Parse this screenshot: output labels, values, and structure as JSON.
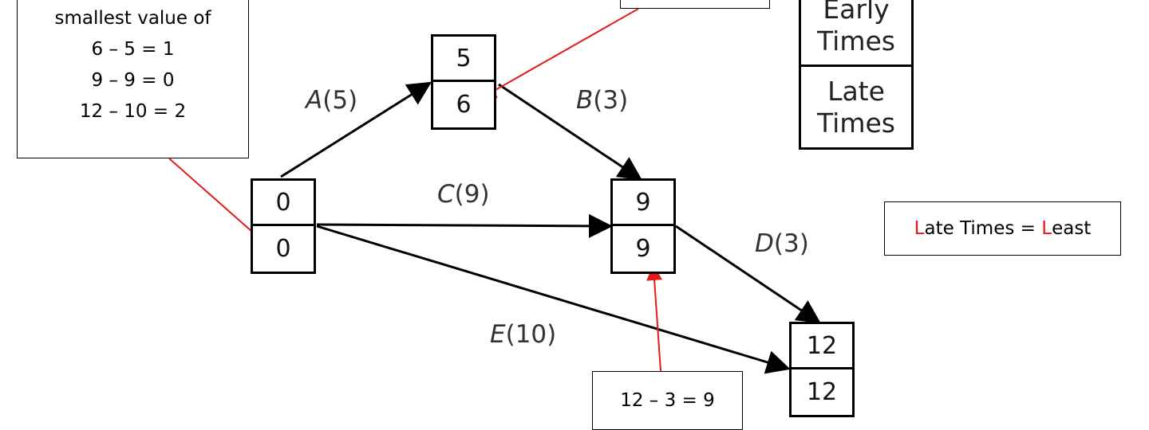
{
  "key": {
    "early_line1": "Early",
    "early_line2": "Times",
    "late_line1": "Late",
    "late_line2": "Times"
  },
  "nodes": {
    "n1": {
      "early": "0",
      "late": "0"
    },
    "n2": {
      "early": "5",
      "late": "6"
    },
    "n3": {
      "early": "9",
      "late": "9"
    },
    "n4": {
      "early": "12",
      "late": "12"
    }
  },
  "activities": {
    "A": {
      "name": "A",
      "duration": "(5)"
    },
    "B": {
      "name": "B",
      "duration": "(3)"
    },
    "C": {
      "name": "C",
      "duration": "(9)"
    },
    "D": {
      "name": "D",
      "duration": "(3)"
    },
    "E": {
      "name": "E",
      "duration": "(10)"
    }
  },
  "working_note": {
    "line1": "smallest value of",
    "line2": "6 – 5 = 1",
    "line3": "9 – 9 = 0",
    "line4": "12 – 10 = 2"
  },
  "late_note": {
    "l1": "L",
    "text1": "ate Times = ",
    "l2": "L",
    "text2": "east"
  },
  "bottom_calc": "12 – 3 = 9",
  "colors": {
    "annotation_arrow": "#e31b1b",
    "network_arrow": "#000000",
    "highlight_text": "#e31b1b"
  }
}
